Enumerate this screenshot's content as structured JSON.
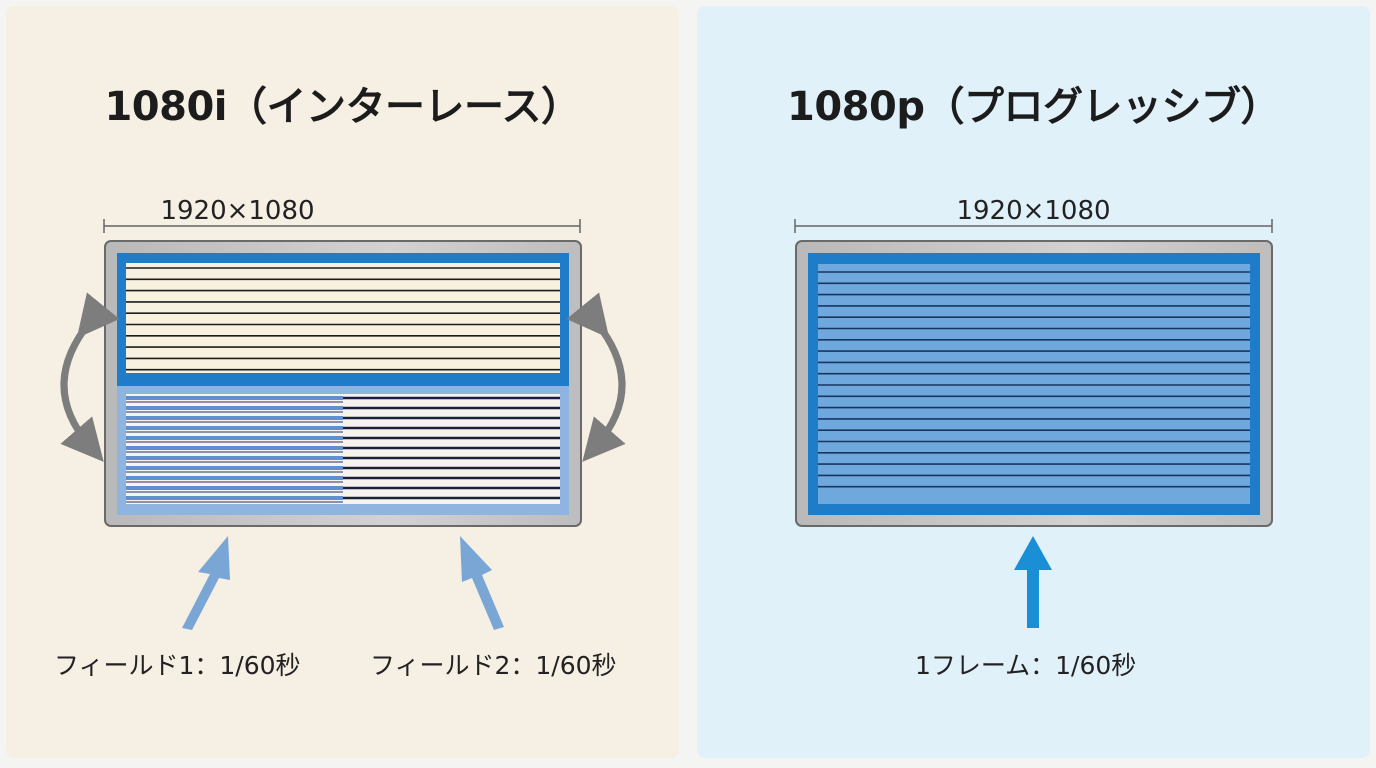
{
  "interlaced": {
    "title": "1080i（インターレース）",
    "resolution": "1920×1080",
    "field1_caption": "フィールド1：1/60秒",
    "field2_caption": "フィールド2：1/60秒"
  },
  "progressive": {
    "title": "1080p（プログレッシブ）",
    "resolution": "1920×1080",
    "frame_caption": "1フレーム：1/60秒"
  },
  "colors": {
    "left_background": "#f6efe3",
    "right_background": "#e0f1fa",
    "accent_blue": "#1e7cc8",
    "light_blue": "#7aa6d6",
    "dark_line": "#1a1f3a",
    "arrow_gray": "#7d7d7d"
  }
}
